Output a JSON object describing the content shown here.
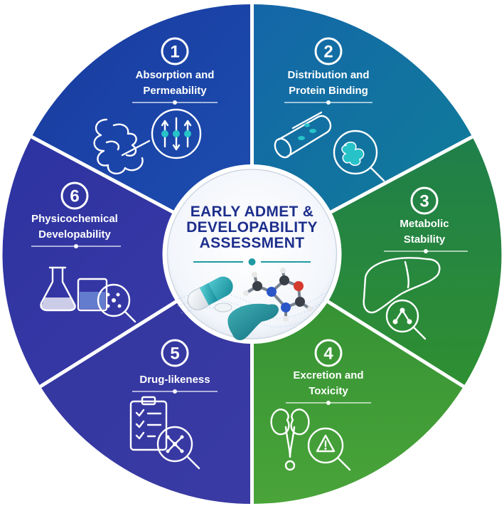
{
  "center": {
    "title_lines": [
      "EARLY ADMET &",
      "DEVELOPABILITY",
      "ASSESSMENT"
    ]
  },
  "segments": [
    {
      "number": "1",
      "lines": [
        "Absorption and",
        "Permeability"
      ],
      "color": "#1e3fa3",
      "icon": "intestine-and-permeability-icon"
    },
    {
      "number": "2",
      "lines": [
        "Distribution and",
        "Protein Binding"
      ],
      "color": "#12709e",
      "icon": "blood-vessel-and-protein-icon"
    },
    {
      "number": "3",
      "lines": [
        "Metabolic",
        "Stability"
      ],
      "color": "#2a8a3a",
      "icon": "liver-and-molecule-icon"
    },
    {
      "number": "4",
      "lines": [
        "Excretion and",
        "Toxicity"
      ],
      "color": "#3a9a3a",
      "icon": "kidneys-and-warning-icon"
    },
    {
      "number": "5",
      "lines": [
        "Drug-likeness"
      ],
      "color": "#3b3aa0",
      "icon": "checklist-and-molecule-icon"
    },
    {
      "number": "6",
      "lines": [
        "Physicochemical",
        "Developability"
      ],
      "color": "#3537a8",
      "icon": "flask-and-beaker-icon"
    }
  ],
  "colors": {
    "center_title": "#1d2f8c",
    "accent_teal": "#1f9aa4"
  }
}
